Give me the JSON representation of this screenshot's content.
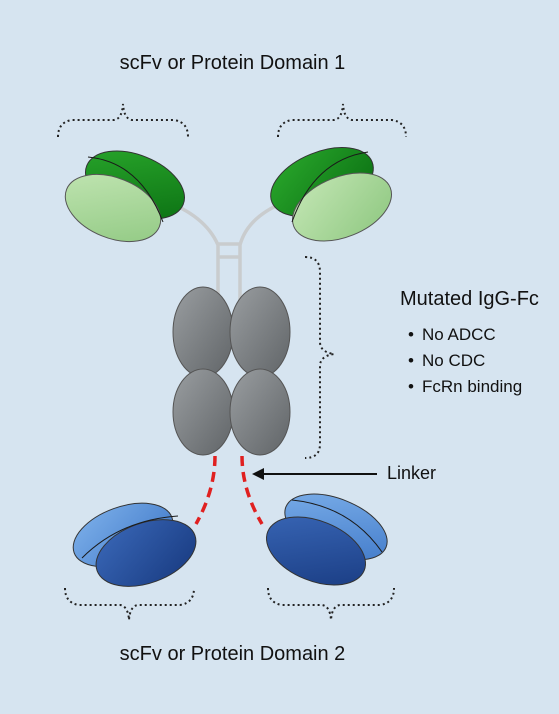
{
  "labels": {
    "top": "scFv or Protein Domain 1",
    "bottom": "scFv or Protein Domain 2",
    "fc_title": "Mutated IgG-Fc",
    "fc_properties": [
      "No ADCC",
      "No CDC",
      "FcRn binding"
    ],
    "linker": "Linker"
  },
  "colors": {
    "background": "#d6e4f0",
    "domain1_dark": "#12891a",
    "domain1_light": "#a9d89a",
    "fc_grey": "#7d8184",
    "hinge": "#c9ccce",
    "domain2_dark": "#27519e",
    "domain2_light": "#5a93d8",
    "linker_red": "#e02020"
  }
}
